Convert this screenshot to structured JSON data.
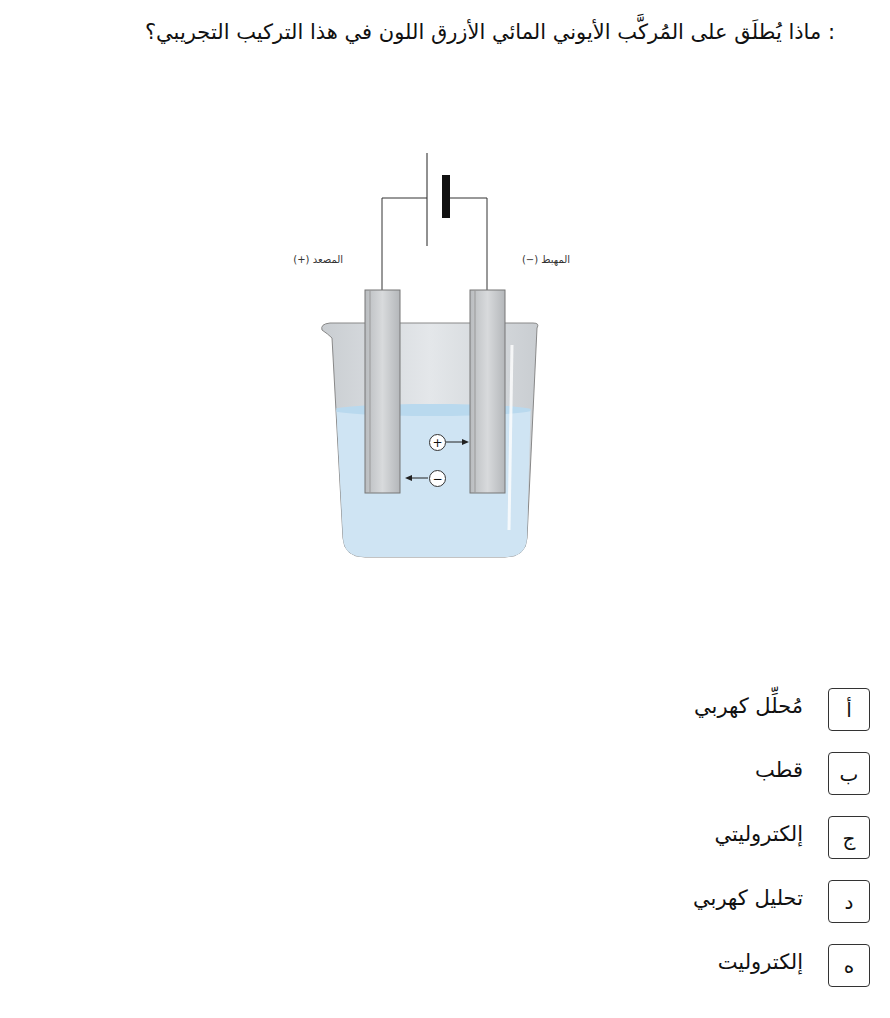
{
  "diagram": {
    "title": ": ماذا يُطلَق على المُركَّب الأيوني المائي الأزرق اللون في هذا التركيب التجريبي؟",
    "nodes": [
      {
        "text": [
          "+"
        ]
      },
      {
        "text": [
          "−"
        ]
      },
      {
        "text": [
          "أ"
        ]
      },
      {
        "text": [
          "ب"
        ]
      },
      {
        "text": [
          "ج"
        ]
      },
      {
        "text": [
          "د"
        ]
      },
      {
        "text": [
          "ه"
        ]
      }
    ],
    "labels": [
      "المصعد (+)",
      "المهبط (−)",
      "مُحلِّل كهربي",
      "قطب",
      "إلكتروليتي",
      "تحليل كهربي",
      "إلكتروليت"
    ]
  }
}
